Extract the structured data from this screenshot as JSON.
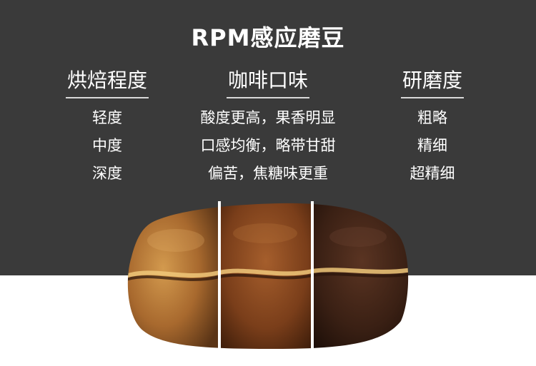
{
  "title": "RPM感应磨豆",
  "columns": [
    {
      "header": "烘焙程度",
      "rows": [
        "轻度",
        "中度",
        "深度"
      ]
    },
    {
      "header": "咖啡口味",
      "rows": [
        "酸度更高，果香明显",
        "口感均衡，略带甘甜",
        "偏苦，焦糖味更重"
      ]
    },
    {
      "header": "研磨度",
      "rows": [
        "粗略",
        "精细",
        "超精细"
      ]
    }
  ],
  "colors": {
    "background_dark": "#3a3a3a",
    "background_light": "#ffffff",
    "text": "#ffffff"
  }
}
